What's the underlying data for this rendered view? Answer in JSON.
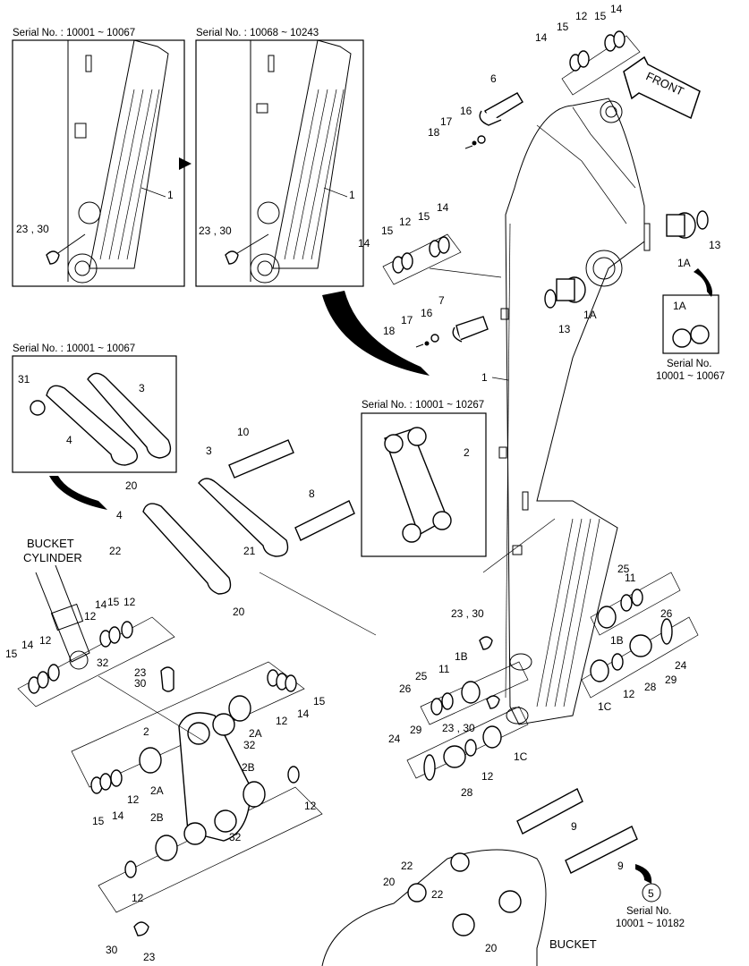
{
  "insets": {
    "top_left_serial": "Serial No. : 10001 ~ 10067",
    "top_mid_serial": "Serial No. : 10068 ~ 10243",
    "left_serial": "Serial No. : 10001 ~ 10067",
    "center_serial": "Serial No. : 10001 ~ 10267",
    "right_serial_line1": "Serial No.",
    "right_serial_line2": "10001 ~ 10067",
    "bottom_serial_line1": "Serial No.",
    "bottom_serial_line2": "10001 ~ 10182",
    "bottom_ref_number": "5"
  },
  "labels": {
    "front": "FRONT",
    "bucket_cylinder_line1": "BUCKET",
    "bucket_cylinder_line2": "CYLINDER",
    "bucket": "BUCKET"
  },
  "callouts": {
    "n1": "1",
    "n1A": "1A",
    "n1B": "1B",
    "n1C": "1C",
    "n2": "2",
    "n2A": "2A",
    "n2B": "2B",
    "n3": "3",
    "n4": "4",
    "n5": "5",
    "n6": "6",
    "n7": "7",
    "n8": "8",
    "n9": "9",
    "n10": "10",
    "n11": "11",
    "n12": "12",
    "n13": "13",
    "n14": "14",
    "n15": "15",
    "n16": "16",
    "n17": "17",
    "n18": "18",
    "n20": "20",
    "n21": "21",
    "n22": "22",
    "n23": "23",
    "n24": "24",
    "n25": "25",
    "n26": "26",
    "n28": "28",
    "n29": "29",
    "n30": "30",
    "n31": "31",
    "n32": "32",
    "n23_30": "23 , 30"
  }
}
